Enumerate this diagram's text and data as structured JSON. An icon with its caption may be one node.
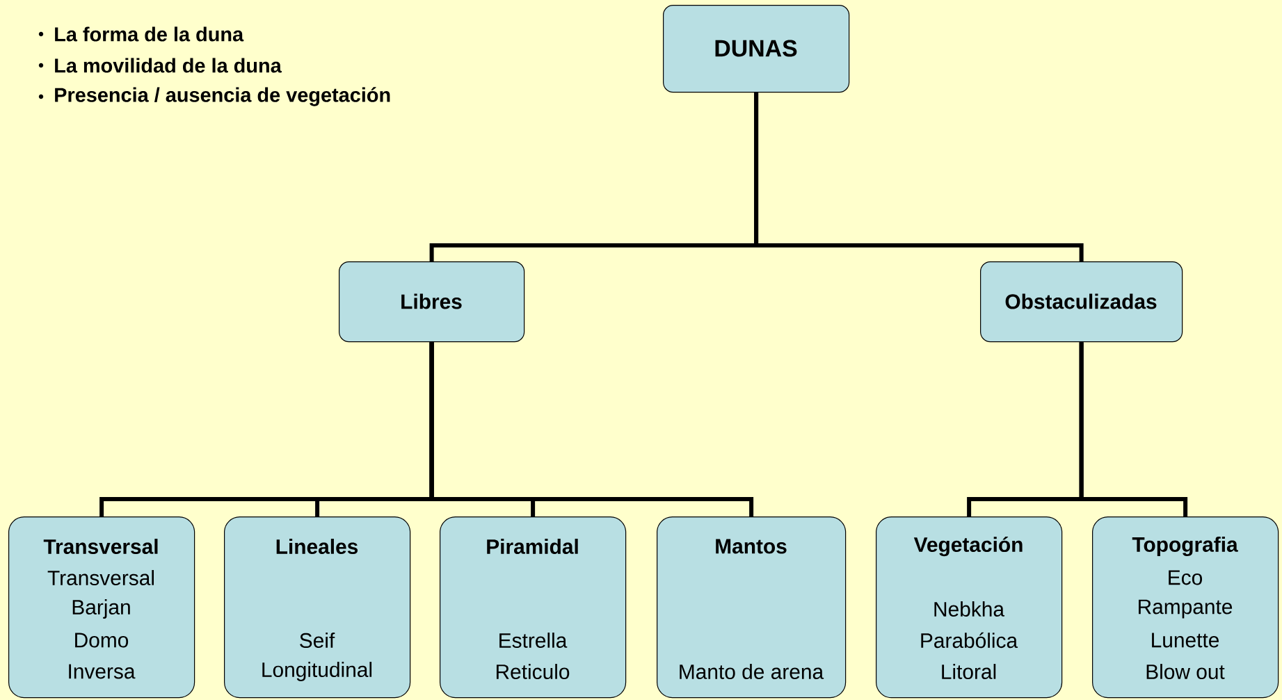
{
  "diagram": {
    "nodes": [
      {
        "text": [
          "DUNAS"
        ]
      },
      {
        "text": [
          "Libres"
        ]
      },
      {
        "text": [
          "Obstaculizadas"
        ]
      },
      {
        "text": [
          "Transversal",
          "Transversal",
          "Barjan",
          "Domo",
          "Inversa"
        ]
      },
      {
        "text": [
          "Lineales",
          "Seif",
          "Longitudinal"
        ]
      },
      {
        "text": [
          "Piramidal",
          "Estrella",
          "Reticulo"
        ]
      },
      {
        "text": [
          "Mantos",
          "Manto de arena"
        ]
      },
      {
        "text": [
          "Vegetación",
          "Nebkha",
          "Parabólica",
          "Litoral"
        ]
      },
      {
        "text": [
          "Topografia",
          "Eco",
          "Rampante",
          "Lunette",
          "Blow out"
        ]
      }
    ],
    "edges": [
      {
        "from": 0,
        "to": 1,
        "arrow": "none"
      },
      {
        "from": 0,
        "to": 2,
        "arrow": "none"
      },
      {
        "from": 1,
        "to": 3,
        "arrow": "none"
      },
      {
        "from": 1,
        "to": 4,
        "arrow": "none"
      },
      {
        "from": 1,
        "to": 5,
        "arrow": "none"
      },
      {
        "from": 1,
        "to": 6,
        "arrow": "none"
      },
      {
        "from": 2,
        "to": 7,
        "arrow": "none"
      },
      {
        "from": 2,
        "to": 8,
        "arrow": "none"
      }
    ],
    "labels": [
      "La forma de la duna",
      "La movilidad de la duna",
      "Presencia / ausencia de vegetación"
    ]
  }
}
